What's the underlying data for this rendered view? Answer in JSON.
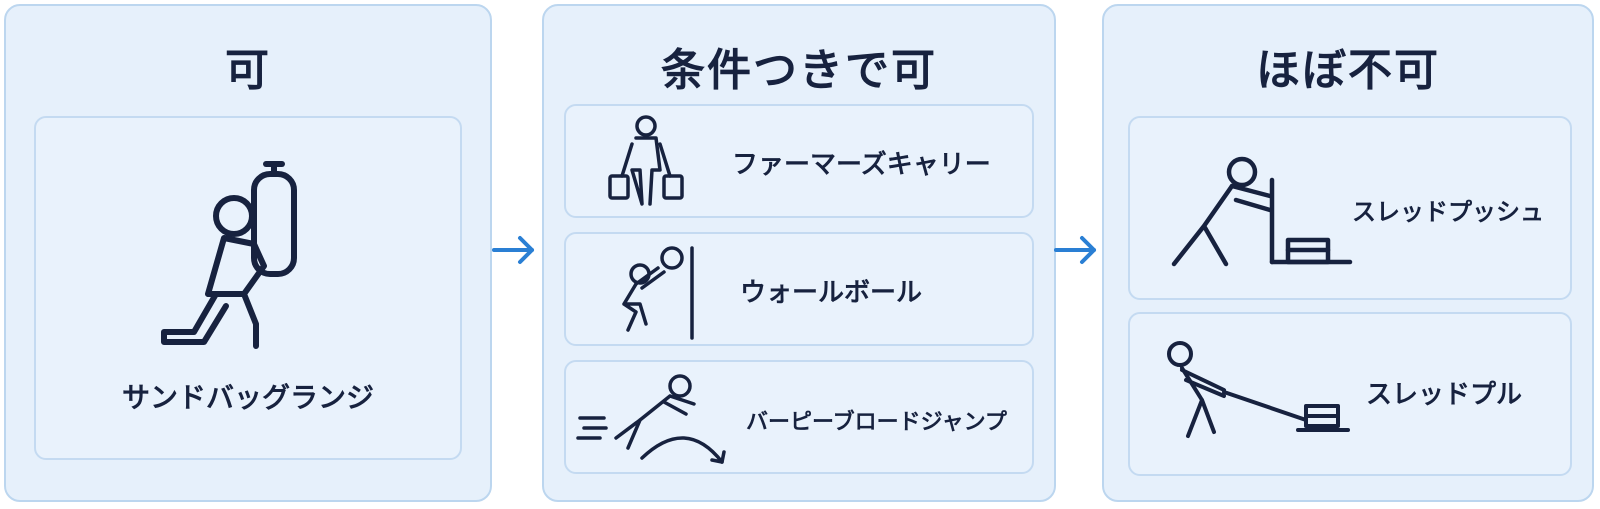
{
  "colors": {
    "panel_bg": "#e6f0fb",
    "panel_border": "#bcd6ef",
    "card_border": "#c4daf1",
    "ink": "#17223f",
    "arrow": "#2a7fd4"
  },
  "columns": [
    {
      "title": "可",
      "items": [
        {
          "label": "サンドバッグランジ",
          "icon": "sandbag-lunge-icon"
        }
      ]
    },
    {
      "title": "条件つきで可",
      "items": [
        {
          "label": "ファーマーズキャリー",
          "icon": "farmers-carry-icon"
        },
        {
          "label": "ウォールボール",
          "icon": "wall-ball-icon"
        },
        {
          "label": "バーピーブロードジャンプ",
          "icon": "burpee-broad-jump-icon"
        }
      ]
    },
    {
      "title": "ほぼ不可",
      "items": [
        {
          "label": "スレッドプッシュ",
          "icon": "sled-push-icon"
        },
        {
          "label": "スレッドプル",
          "icon": "sled-pull-icon"
        }
      ]
    }
  ],
  "arrows": [
    {
      "icon": "right-arrow-icon"
    },
    {
      "icon": "right-arrow-icon"
    }
  ]
}
